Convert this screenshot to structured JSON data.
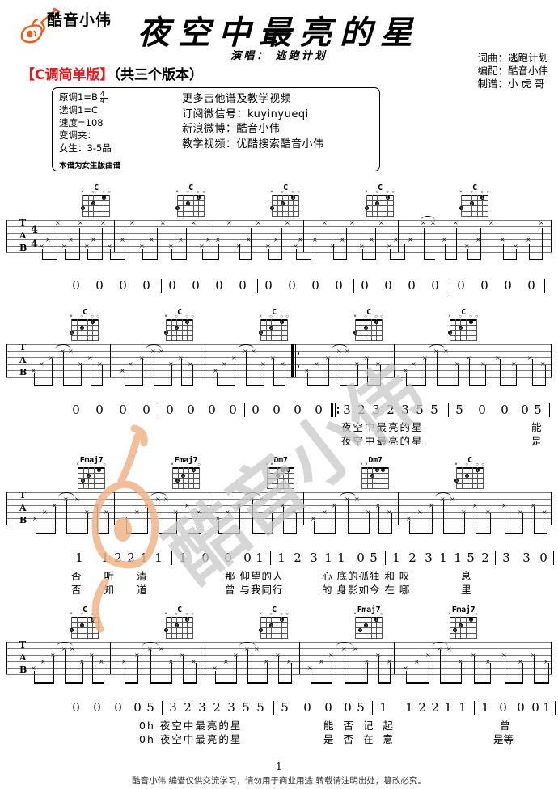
{
  "brand": {
    "name": "酷音小伟",
    "logo_icon": "guitar-icon"
  },
  "title": "夜空中最亮的星",
  "singer_label": "演唱：",
  "singer": "逃跑计划",
  "singer_line": "演唱： 逃跑计划",
  "credits": [
    "词曲：逃跑计划",
    "编配：酷音小伟",
    "制谱：小 虎 哥"
  ],
  "version_red": "【C调简单版】",
  "version_black": "（共三个版本）",
  "infobox": {
    "left": [
      "原调1=B",
      "选调1=C",
      "速度=108",
      "变调夹：",
      "女生：3-5品"
    ],
    "time_num": "4",
    "time_den": "4",
    "note": "本谱为女生版曲谱",
    "right": [
      "更多吉他谱及教学视频",
      "订阅微信号：kuyinyueqi",
      "新浪微博：酷音小伟",
      "教学视频：优酷搜索酷音小伟"
    ]
  },
  "watermark": {
    "text": "酷音小伟",
    "color": "#c9c9c9"
  },
  "tab_letters": [
    "T",
    "A",
    "B"
  ],
  "systems": [
    {
      "name": "system-1",
      "chords": [
        "C",
        "C",
        "C",
        "C",
        "C"
      ],
      "melody": [
        "0",
        "0",
        "0",
        "0",
        "0",
        "0",
        "0",
        "0",
        "0",
        "0",
        "0",
        "0",
        "0",
        "0",
        "0",
        "0",
        "0",
        "0",
        "0",
        "0"
      ],
      "lyrics_top": "",
      "lyrics_bottom": ""
    },
    {
      "name": "system-2",
      "chords": [
        "C",
        "C",
        "C",
        "C",
        "C"
      ],
      "melody": [
        "0",
        "0",
        "0",
        "0",
        "0",
        "0",
        "0",
        "0",
        "0",
        "0",
        "0",
        "0",
        "3",
        "2",
        "3",
        "2",
        "3",
        "5",
        "5",
        "5",
        "0",
        "0",
        "0",
        "5"
      ],
      "lyrics_top": "夜空中最亮的星",
      "lyrics_top_tail": "能",
      "lyrics_bottom": "夜空中最亮的星",
      "lyrics_bottom_tail": "是"
    },
    {
      "name": "system-3",
      "chords": [
        "Fmaj7",
        "Fmaj7",
        "Dm7",
        "Dm7",
        "C"
      ],
      "melody": [
        "1",
        "1",
        "2",
        "2",
        "1",
        "1",
        "1",
        "0",
        "0",
        "0",
        "1",
        "1",
        "2",
        "3",
        "1",
        "1",
        "0",
        "5",
        "1",
        "2",
        "3",
        "1",
        "1",
        "5",
        "5",
        "2",
        "2",
        "3",
        "3",
        "0"
      ],
      "lyrics_top": "否 听 清",
      "lyrics_top_2": "那 仰望的人",
      "lyrics_top_3": "心 底的孤独 和 叹",
      "lyrics_top_4": "息",
      "lyrics_bottom": "否 知 道",
      "lyrics_bottom_2": "曾 与我同行",
      "lyrics_bottom_3": "的 身影如今 在 哪",
      "lyrics_bottom_4": "里"
    },
    {
      "name": "system-4",
      "chords": [
        "C",
        "C",
        "C",
        "Fmaj7",
        "Fmaj7"
      ],
      "melody": [
        "0",
        "0",
        "0",
        "0",
        "0",
        "5",
        "3",
        "2",
        "3",
        "2",
        "3",
        "5",
        "5",
        "5",
        "0",
        "0",
        "0",
        "5",
        "1",
        "1",
        "2",
        "2",
        "1",
        "1",
        "1",
        "0",
        "0",
        "0",
        "1"
      ],
      "lyrics_top": "0h 夜空中最亮的星",
      "lyrics_top_2": "能 否 记 起",
      "lyrics_top_3": "曾",
      "lyrics_bottom": "0h 夜空中最亮的星",
      "lyrics_bottom_2": "是 否 在 意",
      "lyrics_bottom_3": "是等"
    }
  ],
  "page_number": "1",
  "footer": "酷音小伟 编谱仅供交流学习，请勿用于商业用途 转载请注明出处，篡改必究。"
}
